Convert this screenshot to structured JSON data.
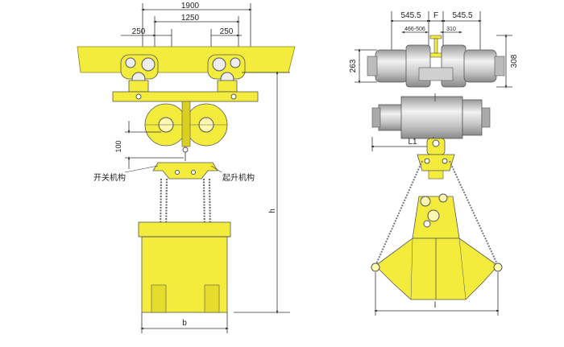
{
  "colors": {
    "yellow": "#f4ec3c",
    "yellow_dark": "#d9cf20",
    "grey_light": "#e6e6e6",
    "grey_mid": "#b8b8b8",
    "grey_dark": "#7a7a7a",
    "line": "#333333"
  },
  "left_view": {
    "dims": {
      "overall": "1900",
      "wheelbase": "1250",
      "offset_left": "250",
      "offset_right": "250",
      "drop": "100",
      "height": "h",
      "width": "b"
    },
    "labels": {
      "switch_mechanism": "开关机构",
      "lifting_mechanism": "起升机构"
    }
  },
  "right_view": {
    "dims": {
      "left_span": "545.5",
      "center": "F",
      "right_span": "545.5",
      "left_sub": "466-506",
      "right_sub": "310",
      "motor_height": "263",
      "gear_height": "308",
      "drum_length": "L1",
      "opening": "l"
    }
  }
}
